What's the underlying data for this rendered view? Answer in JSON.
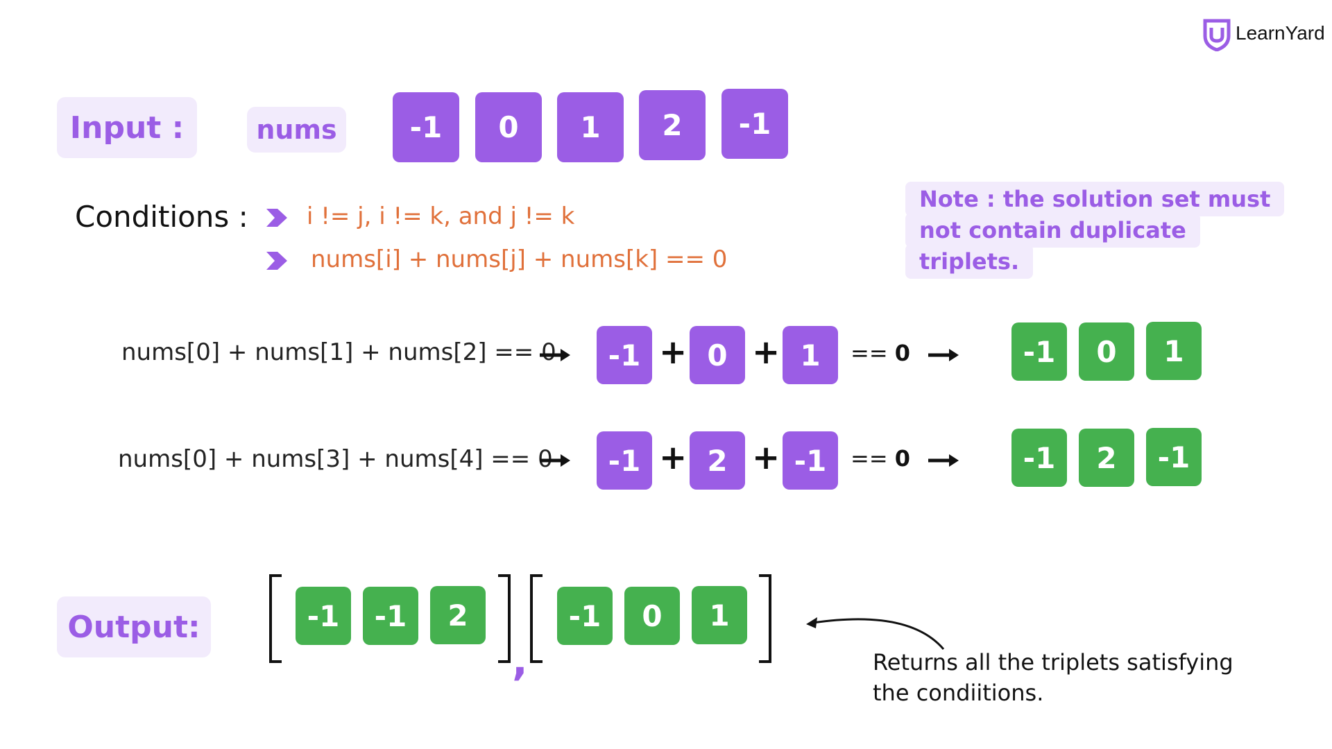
{
  "brand": {
    "name": "LearnYard",
    "color": "#9b5de5"
  },
  "input": {
    "label": "Input :",
    "var_name": "nums",
    "values": [
      "-1",
      "0",
      "1",
      "2",
      "-1"
    ]
  },
  "conditions": {
    "label": "Conditions :",
    "items": [
      "i != j, i != k, and j != k",
      "nums[i] + nums[j] + nums[k] == 0"
    ]
  },
  "note": {
    "lines": [
      "Note : the solution set must",
      "not contain duplicate",
      "triplets."
    ]
  },
  "rows": [
    {
      "expr": "nums[0] + nums[1] + nums[2] == 0",
      "terms": [
        "-1",
        "0",
        "1"
      ],
      "plus": "+",
      "equals": "==",
      "zero": "0",
      "result": [
        "-1",
        "0",
        "1"
      ]
    },
    {
      "expr": "nums[0] + nums[3] + nums[4] == 0",
      "terms": [
        "-1",
        "2",
        "-1"
      ],
      "plus": "+",
      "equals": "==",
      "zero": "0",
      "result": [
        "-1",
        "2",
        "-1"
      ]
    }
  ],
  "output": {
    "label": "Output:",
    "triplets": [
      [
        "-1",
        "-1",
        "2"
      ],
      [
        "-1",
        "0",
        "1"
      ]
    ],
    "separator": ",",
    "annotation_lines": [
      "Returns all the triplets satisfying",
      "the condiitions."
    ]
  },
  "colors": {
    "purple": "#9b5de5",
    "green": "#45b14f",
    "condition_text": "#e0703a",
    "label_bg": "#f2ebfc"
  }
}
